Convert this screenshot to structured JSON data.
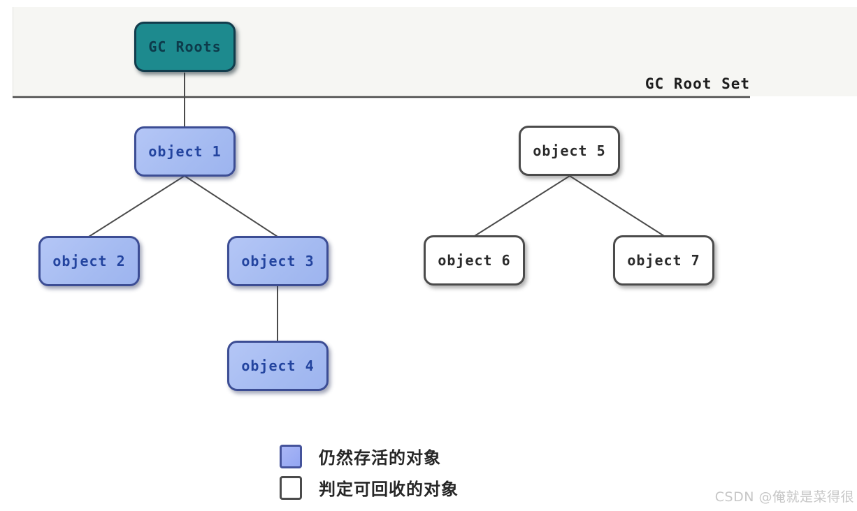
{
  "diagram": {
    "root_set_label": "GC Root Set",
    "nodes": {
      "gc_roots": {
        "label": "GC Roots",
        "type": "gc-root"
      },
      "object1": {
        "label": "object 1",
        "type": "alive"
      },
      "object2": {
        "label": "object 2",
        "type": "alive"
      },
      "object3": {
        "label": "object 3",
        "type": "alive"
      },
      "object4": {
        "label": "object 4",
        "type": "alive"
      },
      "object5": {
        "label": "object 5",
        "type": "collectable"
      },
      "object6": {
        "label": "object 6",
        "type": "collectable"
      },
      "object7": {
        "label": "object 7",
        "type": "collectable"
      }
    },
    "edges": [
      {
        "from": "gc_roots",
        "to": "object1"
      },
      {
        "from": "object1",
        "to": "object2"
      },
      {
        "from": "object1",
        "to": "object3"
      },
      {
        "from": "object3",
        "to": "object4"
      },
      {
        "from": "object5",
        "to": "object6"
      },
      {
        "from": "object5",
        "to": "object7"
      }
    ],
    "legend": {
      "alive": {
        "label": "仍然存活的对象",
        "swatch_color": "#9fb0f2"
      },
      "collectable": {
        "label": "判定可回收的对象",
        "swatch_color": "#ffffff"
      }
    },
    "colors": {
      "gc_root_fill": "#1d8a8e",
      "alive_fill": "#a8bdf2",
      "collectable_fill": "#ffffff",
      "edge_line": "#4a4a4a",
      "root_band_bg": "#f6f6f3"
    }
  },
  "watermark": {
    "text": "CSDN @俺就是菜得很"
  }
}
